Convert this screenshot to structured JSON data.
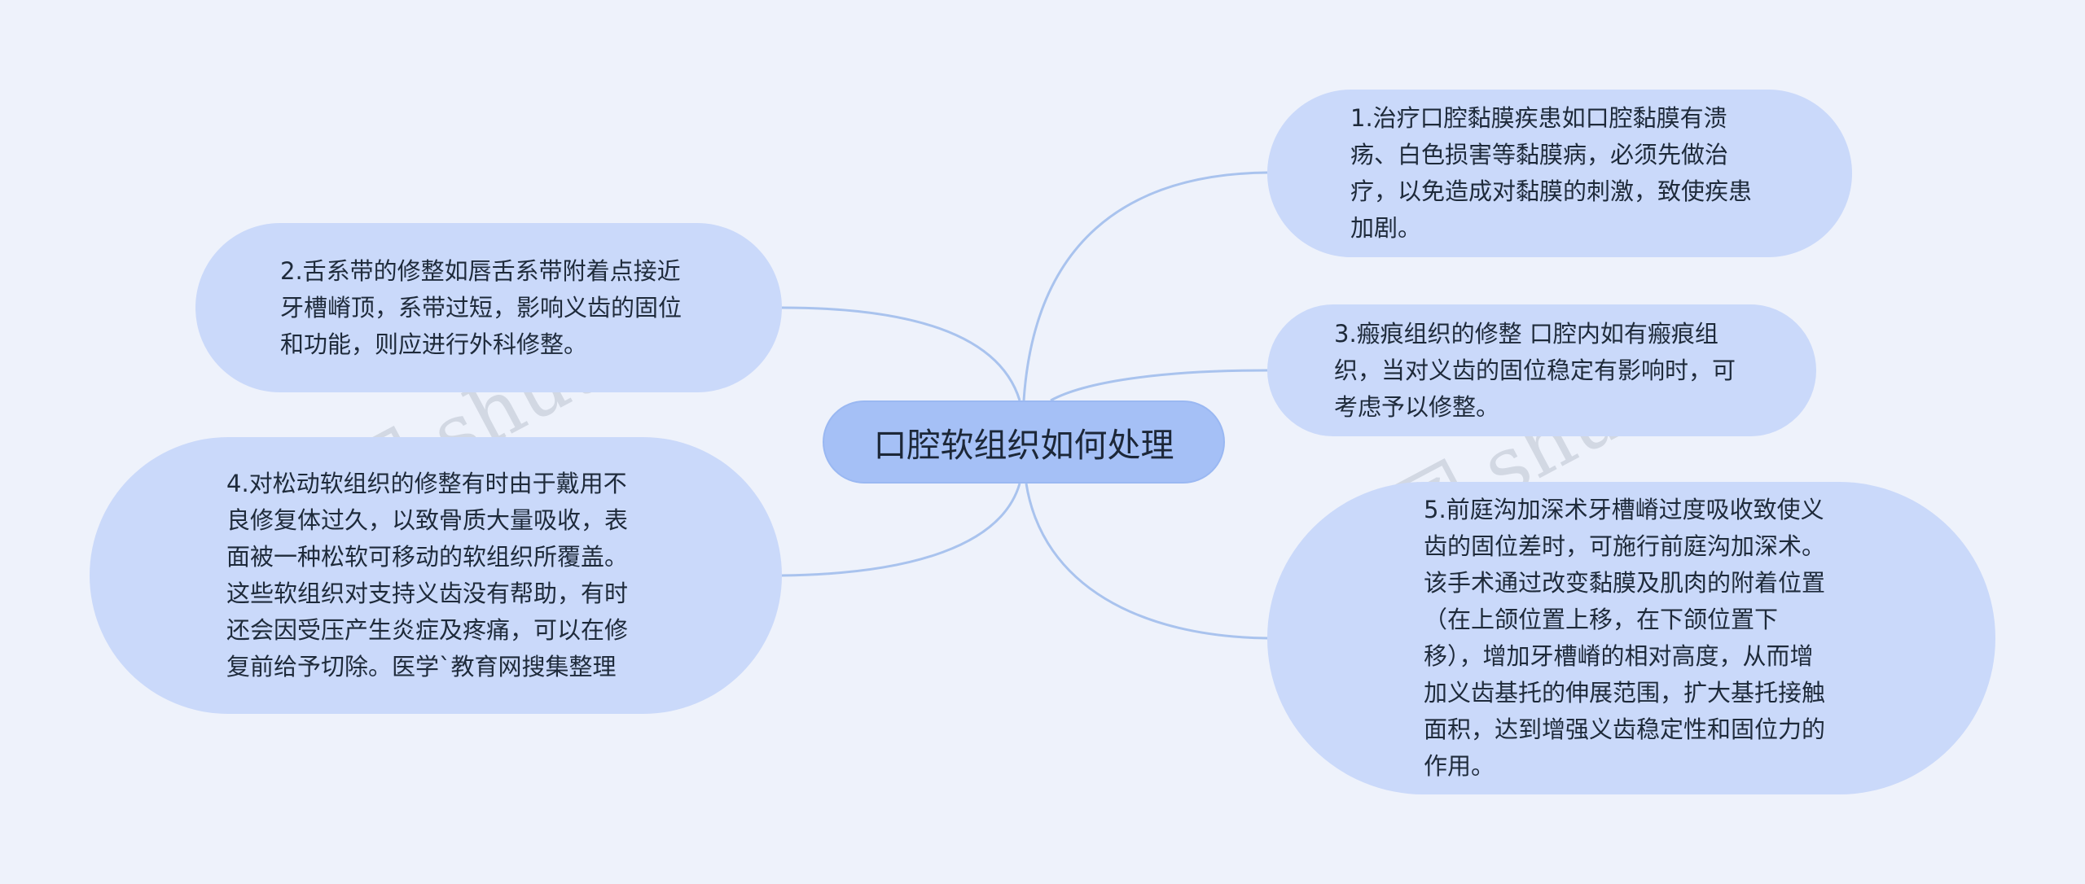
{
  "center_topic": "口腔软组织如何处理",
  "branches": [
    {
      "id": "b1",
      "text": "1.治疗口腔黏膜疾患如口腔黏膜有溃疡、白色损害等黏膜病，必须先做治疗，以免造成对黏膜的刺激，致使疾患加剧。"
    },
    {
      "id": "b2",
      "text": "2.舌系带的修整如唇舌系带附着点接近牙槽嵴顶，系带过短，影响义齿的固位和功能，则应进行外科修整。"
    },
    {
      "id": "b3",
      "text": "3.瘢痕组织的修整 口腔内如有瘢痕组织，当对义齿的固位稳定有影响时，可考虑予以修整。"
    },
    {
      "id": "b4",
      "text": "4.对松动软组织的修整有时由于戴用不良修复体过久，以致骨质大量吸收，表面被一种松软可移动的软组织所覆盖。这些软组织对支持义齿没有帮助，有时还会因受压产生炎症及疼痛，可以在修复前给予切除。医学`教育网搜集整理"
    },
    {
      "id": "b5",
      "text": "5.前庭沟加深术牙槽嵴过度吸收致使义齿的固位差时，可施行前庭沟加深术。该手术通过改变黏膜及肌肉的附着位置（在上颌位置上移，在下颌位置下移），增加牙槽嵴的相对高度，从而增加义齿基托的伸展范围，扩大基托接触面积，达到增强义齿稳定性和固位力的作用。"
    }
  ],
  "watermarks": [
    "树图 shutu.cn",
    "树图 shutu.cn"
  ],
  "colors": {
    "background": "#eef2fb",
    "node_fill": "#cad9fa",
    "center_fill": "#a5c0f6",
    "connector": "#a9c3ee"
  }
}
